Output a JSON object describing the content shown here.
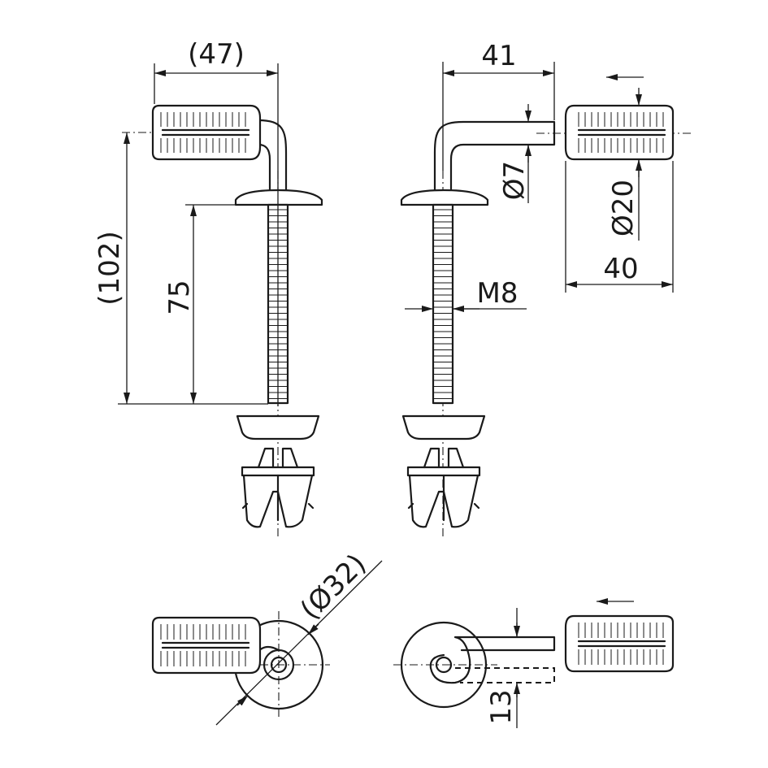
{
  "drawing": {
    "dimensions": {
      "hinge_reach": "(47)",
      "bolt_offset": "41",
      "pin_diameter": "Ø7",
      "sleeve_diameter": "Ø20",
      "sleeve_length": "40",
      "total_height": "(102)",
      "thread_length": "75",
      "thread_size": "M8",
      "flange_diameter": "(Ø32)",
      "pin_center_offset": "13"
    }
  }
}
